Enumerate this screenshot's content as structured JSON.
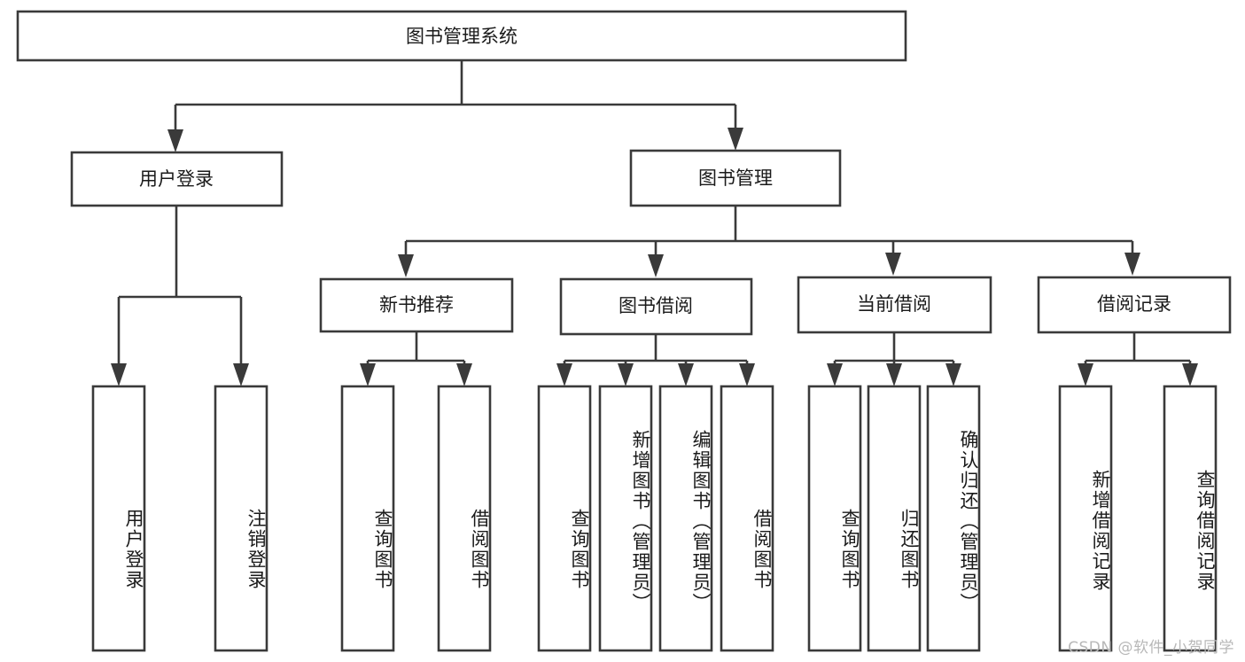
{
  "diagram": {
    "type": "tree",
    "title": "图书管理系统",
    "watermark": "CSDN @软件_小贺同学",
    "colors": {
      "box_stroke": "#3a3a3a",
      "box_fill": "#ffffff",
      "text": "#1a1a1a",
      "background": "#ffffff",
      "watermark": "#b8b8b8"
    },
    "levels": {
      "root": {
        "label": "图书管理系统"
      },
      "level1": [
        {
          "label": "用户登录"
        },
        {
          "label": "图书管理"
        }
      ],
      "level2": [
        {
          "label": "新书推荐"
        },
        {
          "label": "图书借阅"
        },
        {
          "label": "当前借阅"
        },
        {
          "label": "借阅记录"
        }
      ]
    },
    "nodes": {
      "root": "图书管理系统",
      "user_login": "用户登录",
      "book_manage": "图书管理",
      "new_book_rec": "新书推荐",
      "book_borrow": "图书借阅",
      "current_borrow": "当前借阅",
      "borrow_record": "借阅记录",
      "leaf_user_login": "用户登录",
      "leaf_logout": "注销登录",
      "leaf_query_book_1": "查询图书",
      "leaf_borrow_book_1": "借阅图书",
      "leaf_query_book_2": "查询图书",
      "leaf_add_book_admin": "新增图书（管理员）",
      "leaf_edit_book_admin": "编辑图书（管理员）",
      "leaf_borrow_book_2": "借阅图书",
      "leaf_query_book_3": "查询图书",
      "leaf_return_book": "归还图书",
      "leaf_confirm_return_admin": "确认归还（管理员）",
      "leaf_add_record": "新增借阅记录",
      "leaf_query_record": "查询借阅记录"
    },
    "edges": [
      {
        "from": "root",
        "to": "user_login"
      },
      {
        "from": "root",
        "to": "book_manage"
      },
      {
        "from": "user_login",
        "to": "leaf_user_login"
      },
      {
        "from": "user_login",
        "to": "leaf_logout"
      },
      {
        "from": "book_manage",
        "to": "new_book_rec"
      },
      {
        "from": "book_manage",
        "to": "book_borrow"
      },
      {
        "from": "book_manage",
        "to": "current_borrow"
      },
      {
        "from": "book_manage",
        "to": "borrow_record"
      },
      {
        "from": "new_book_rec",
        "to": "leaf_query_book_1"
      },
      {
        "from": "new_book_rec",
        "to": "leaf_borrow_book_1"
      },
      {
        "from": "book_borrow",
        "to": "leaf_query_book_2"
      },
      {
        "from": "book_borrow",
        "to": "leaf_add_book_admin"
      },
      {
        "from": "book_borrow",
        "to": "leaf_edit_book_admin"
      },
      {
        "from": "book_borrow",
        "to": "leaf_borrow_book_2"
      },
      {
        "from": "current_borrow",
        "to": "leaf_query_book_3"
      },
      {
        "from": "current_borrow",
        "to": "leaf_return_book"
      },
      {
        "from": "current_borrow",
        "to": "leaf_confirm_return_admin"
      },
      {
        "from": "borrow_record",
        "to": "leaf_add_record"
      },
      {
        "from": "borrow_record",
        "to": "leaf_query_record"
      }
    ]
  }
}
